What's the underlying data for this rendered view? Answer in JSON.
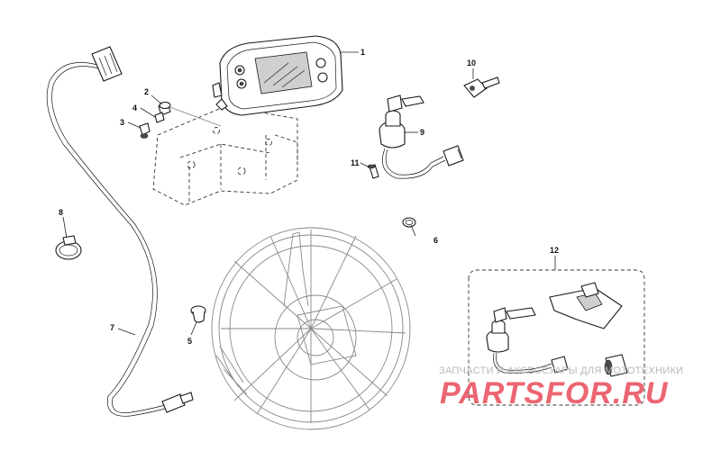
{
  "callouts": [
    {
      "id": "1",
      "label": "1"
    },
    {
      "id": "2",
      "label": "2"
    },
    {
      "id": "3",
      "label": "3"
    },
    {
      "id": "4",
      "label": "4"
    },
    {
      "id": "5",
      "label": "5"
    },
    {
      "id": "6",
      "label": "6"
    },
    {
      "id": "7",
      "label": "7"
    },
    {
      "id": "8",
      "label": "8"
    },
    {
      "id": "9",
      "label": "9"
    },
    {
      "id": "10",
      "label": "10"
    },
    {
      "id": "11",
      "label": "11"
    },
    {
      "id": "12",
      "label": "12"
    }
  ],
  "watermark": {
    "tagline": "ЗАПЧАСТИ И АКСЕССУАРЫ ДЛЯ МОТОТЕХНИКИ",
    "logo": "PARTSFOR.RU"
  }
}
